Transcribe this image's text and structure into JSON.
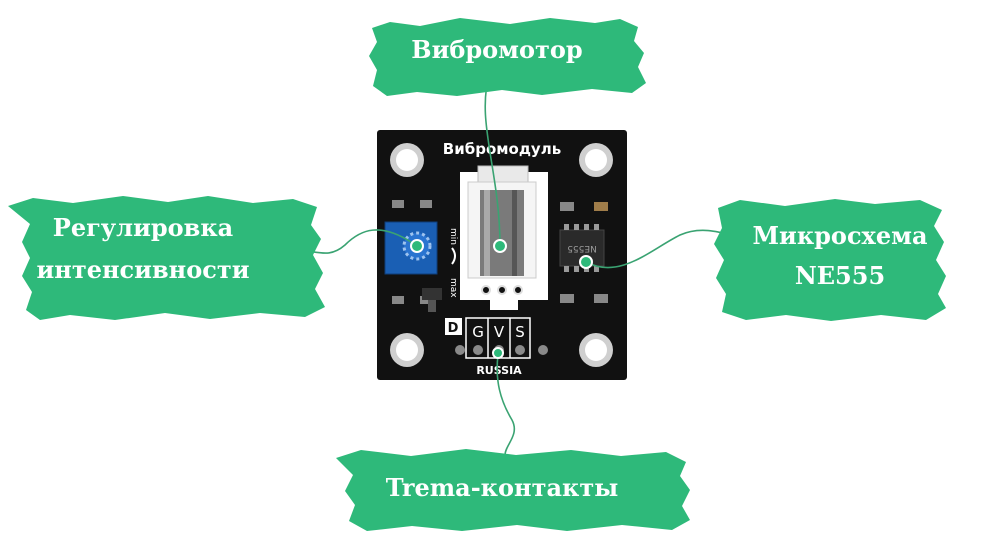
{
  "colors": {
    "callout_green": "#2eb97a",
    "leader_line": "#3aa372",
    "board": "#111111",
    "trimmer": "#1a5fb4"
  },
  "board": {
    "title": "Вибромодуль",
    "pins": [
      "G",
      "V",
      "S"
    ],
    "pin_marker": "D",
    "footer": "RUSSIA",
    "trimmer_min": "min",
    "trimmer_max": "max",
    "chip_marking": "NE555"
  },
  "callouts": {
    "motor": {
      "lines": [
        "Вибромотор"
      ]
    },
    "intensity": {
      "lines": [
        "Регулировка",
        "интенсивности"
      ]
    },
    "chip": {
      "lines": [
        "Микросхема",
        "NE555"
      ]
    },
    "contacts": {
      "lines": [
        "Trema-контакты"
      ]
    }
  }
}
